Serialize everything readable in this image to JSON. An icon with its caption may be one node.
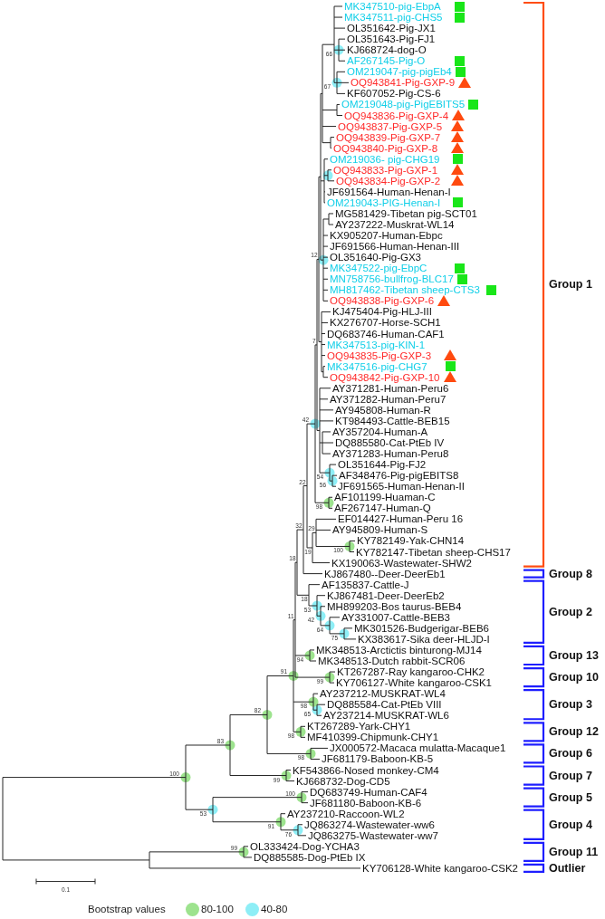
{
  "diagram": {
    "labels": [
      "MK347510-pig-EbpA",
      "MK347511-pig-CHS5",
      "OL351642-Pig-JX1",
      "OL351643-Pig-FJ1",
      "KJ668724-dog-O",
      "AF267145-Pig-O",
      "OM219047-pig-pigEb4",
      "OQ943841-Pig-GXP-9",
      "KF607052-Pig-CS-6",
      "OM219048-pig-PigEBITS5",
      "OQ943836-Pig-GXP-4",
      "OQ943837-Pig-GXP-5",
      "OQ943839-Pig-GXP-7",
      "OQ943840-Pig-GXP-8",
      "OM219036- pig-CHG19",
      "OQ943833-Pig-GXP-1",
      "OQ943834-Pig-GXP-2",
      "JF691564-Human-Henan-I",
      "OM219043-PIG-Henan-I",
      "MG581429-Tibetan pig-SCT01",
      "AY237222-Muskrat-WL14",
      "KX905207-Human-Ebpc",
      "JF691566-Human-Henan-III",
      "OL351640-Pig-GX3",
      "MK347522-pig-EbpC",
      "MN758756-bullfrog-BLC17",
      "MH817462-Tibetan sheep-CTS3",
      "OQ943838-Pig-GXP-6",
      "KJ475404-Pig-HLJ-III",
      "KX276707-Horse-SCH1",
      "DQ683746-Human-CAF1",
      "MK347513-pig-KIN-1",
      "OQ943835-Pig-GXP-3",
      "MK347516-pig-CHG7",
      "OQ943842-Pig-GXP-10",
      "AY371281-Human-Peru6",
      "AY371282-Human-Peru7",
      "AY945808-Human-R",
      "KT984493-Cattle-BEB15",
      "AY357204-Human-A",
      "DQ885580-Cat-PtEb IV",
      "AY371283-Human-Peru8",
      "OL351644-Pig-FJ2",
      "AF348476-Pig-pigEBITS8",
      "JF691565-Human-Henan-II",
      "AF101199-Huaman-C",
      "AF267147-Human-Q",
      "EF014427-Human-Peru 16",
      "AY945809-Human-S",
      "KY782149-Yak-CHN14",
      "KY782147-Tibetan sheep-CHS17",
      "KX190063-Wastewater-SHW2",
      "KJ867480--Deer-DeerEb1",
      "AF135837-Cattle-J",
      "KJ867481-Deer-DeerEb2",
      "MH899203-Bos taurus-BEB4",
      "AY331007-Cattle-BEB3",
      "MK301526-Budgerigar-BEB6",
      "KX383617-Sika deer-HLJD-I",
      "MK348513-Arctictis binturong-MJ14",
      "MK348513-Dutch rabbit-SCR06",
      "KT267287-Ray kangaroo-CHK2",
      "KY706127-White kangaroo-CSK1",
      "AY237212-MUSKRAT-WL4",
      "DQ885584-Cat-PtEb VIII",
      "AY237214-MUSKRAT-WL6",
      "KT267289-Yark-CHY1",
      "MF410399-Chipmunk-CHY1",
      "JX000572-Macaca mulatta-Macaque1",
      "JF681179-Baboon-KB-5",
      "KF543866-Nosed monkey-CM4",
      "KJ668732-Dog-CD5",
      "DQ683749-Human-CAF4",
      "JF681180-Baboon-KB-6",
      "AY237210-Raccoon-WL2",
      "JQ863274-Wastewater-ww6",
      "JQ863275-Wastewater-ww7",
      "OL333424-Dog-YCHA3",
      "DQ885585-Dog-PtEb IX",
      "KY706128-White kangaroo-CSK2",
      "66",
      "67",
      "12",
      "7",
      "42",
      "54",
      "56",
      "98",
      "22",
      "19",
      "29",
      "100",
      "32",
      "18",
      "53",
      "42",
      "18",
      "64",
      "75",
      "94",
      "11",
      "99",
      "91",
      "98",
      "65",
      "82",
      "98",
      "83",
      "98",
      "100",
      "99",
      "100",
      "53",
      "91",
      "76",
      "99",
      "Group 1",
      "Group 8",
      "Group 2",
      "Group 13",
      "Group 10",
      "Group 3",
      "Group 12",
      "Group 6",
      "Group 7",
      "Group 5",
      "Group 4",
      "Group 11",
      "Outlier",
      "0.1",
      "Bootstrap values"
    ],
    "legend": [
      {
        "text": "80-100",
        "color": "#9de38e"
      },
      {
        "text": "40-80",
        "color": "#8eeef6"
      }
    ]
  }
}
